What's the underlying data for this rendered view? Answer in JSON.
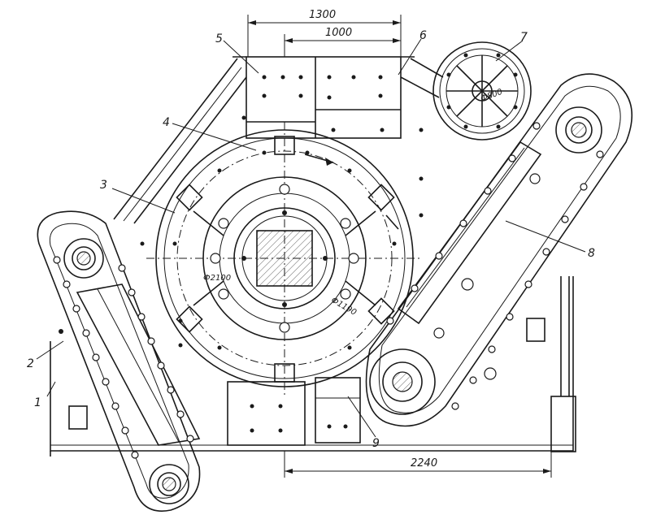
{
  "dimensions": {
    "top_outer": "1300",
    "top_inner": "1000",
    "bottom": "2240",
    "rotor_dia": "Ф2100",
    "drum_dia": "Ф800",
    "hub_dia": "Ф1190"
  },
  "callouts": {
    "c1": "1",
    "c2": "2",
    "c3": "3",
    "c4": "4",
    "c5": "5",
    "c6": "6",
    "c7": "7",
    "c8": "8",
    "c9": "9"
  }
}
